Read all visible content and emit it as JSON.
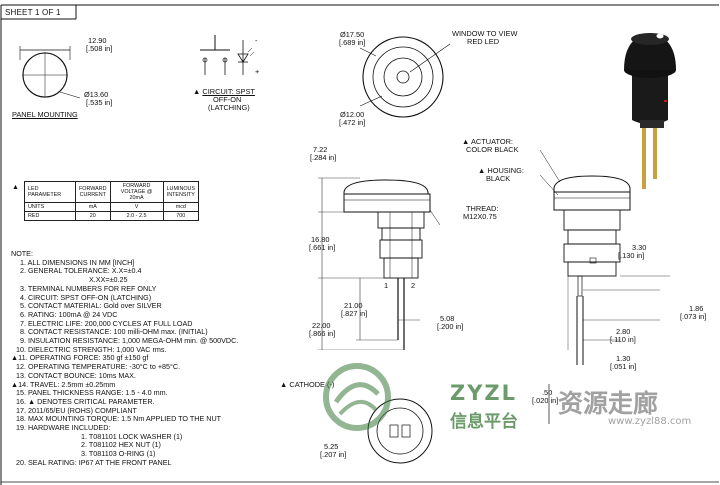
{
  "sheet": {
    "label": "SHEET 1 OF 1"
  },
  "panel": {
    "width_mm": "12.90",
    "width_in": "[.508 in]",
    "dia_mm": "Ø13.60",
    "dia_in": "[.535 in]",
    "title": "PANEL MOUNTING"
  },
  "circuit": {
    "label": "CIRCUIT: SPST",
    "line2": "OFF-ON",
    "line3": "(LATCHING)",
    "minus": "-",
    "plus": "+"
  },
  "front_view": {
    "outer_dia_mm": "Ø17.50",
    "outer_dia_in": "[.689 in]",
    "inner_dia_mm": "Ø12.00",
    "inner_dia_in": "[.472 in]",
    "window_line1": "WINDOW TO VIEW",
    "window_line2": "RED LED"
  },
  "side_view": {
    "cap_h_mm": "7.22",
    "cap_h_in": "[.284 in]",
    "body_h_mm": "16.80",
    "body_h_in": "[.661 in]",
    "lead1_mm": "21.00",
    "lead1_in": "[.827 in]",
    "lead2_mm": "22.00",
    "lead2_in": "[.866 in]",
    "pitch_mm": "5.08",
    "pitch_in": "[.200 in]",
    "pin1": "1",
    "pin2": "2",
    "thread_line1": "THREAD:",
    "thread_line2": "M12X0.75",
    "cathode": "CATHODE (-)"
  },
  "right_view": {
    "actuator_line1": "ACTUATOR:",
    "actuator_line2": "COLOR BLACK",
    "housing_line1": "HOUSING:",
    "housing_line2": "BLACK",
    "d330_mm": "3.30",
    "d330_in": "[.130 in]",
    "d186_mm": "1.86",
    "d186_in": "[.073 in]",
    "d280_mm": "2.80",
    "d280_in": "[.110 in]",
    "d130_mm": "1.30",
    "d130_in": "[.051 in]",
    "d020_mm": ".50",
    "d020_in": "[.020 in]"
  },
  "bottom_view": {
    "d525_mm": "5.25",
    "d525_in": "[.207 in]"
  },
  "led_table": {
    "headers": [
      "LED PARAMETER",
      "FORWARD CURRENT",
      "FORWARD VOLTAGE @ 20mA",
      "LUMINOUS INTENSITY"
    ],
    "rows": [
      [
        "UNITS",
        "mA",
        "V",
        "mcd"
      ],
      [
        "RED",
        "20",
        "2.0 - 2.5",
        "700"
      ]
    ]
  },
  "notes": {
    "title": "NOTE:",
    "items": [
      "1. ALL DIMENSIONS IN MM [INCH]",
      "2. GENERAL TOLERANCE: X.X=±0.4",
      "X.XX=±0.25",
      "3. TERMINAL NUMBERS FOR REF ONLY",
      "4. CIRCUIT: SPST OFF-ON (LATCHING)",
      "5. CONTACT MATERIAL: Gold over SILVER",
      "6. RATING: 100mA @ 24 VDC",
      "7. ELECTRIC LIFE: 200,000 CYCLES AT FULL LOAD",
      "8. CONTACT RESISTANCE: 100 milli-OHM max. (INITIAL)",
      "9. INSULATION RESISTANCE: 1,000 MEGA-OHM min. @ 500VDC.",
      "10. DIELECTRIC STRENGTH: 1,000 VAC rms.",
      "11. OPERATING FORCE: 350 gf ±150 gf",
      "12. OPERATING TEMPERATURE: -30°C to +85°C.",
      "13. CONTACT BOUNCE: 10ms MAX.",
      "14. TRAVEL: 2.5mm ±0.25mm",
      "15. PANEL THICKNESS RANGE: 1.5 - 4.0 mm.",
      "16. ▲ DENOTES CRITICAL PARAMETER.",
      "17. 2011/65/EU (ROHS) COMPLIANT",
      "18. MAX MOUNTING TORQUE: 1.5 Nm APPLIED TO THE NUT",
      "19. HARDWARE INCLUDED:",
      "1. T081101 LOCK WASHER (1)",
      "2. T081102 HEX NUT (1)",
      "3. T081103 O-RING (1)",
      "20. SEAL RATING: IP67 AT THE FRONT PANEL"
    ]
  },
  "watermark": {
    "brand": "ZYZL",
    "cn_left": "信息平台",
    "cn_right": "资源走廊",
    "url": "www.zyzl88.com"
  },
  "colors": {
    "line": "#111111",
    "watermark_green": "#3a7a3a",
    "watermark_gray": "#8a8a8a",
    "product_body": "#1a1a1a",
    "lead": "#c8a040"
  }
}
